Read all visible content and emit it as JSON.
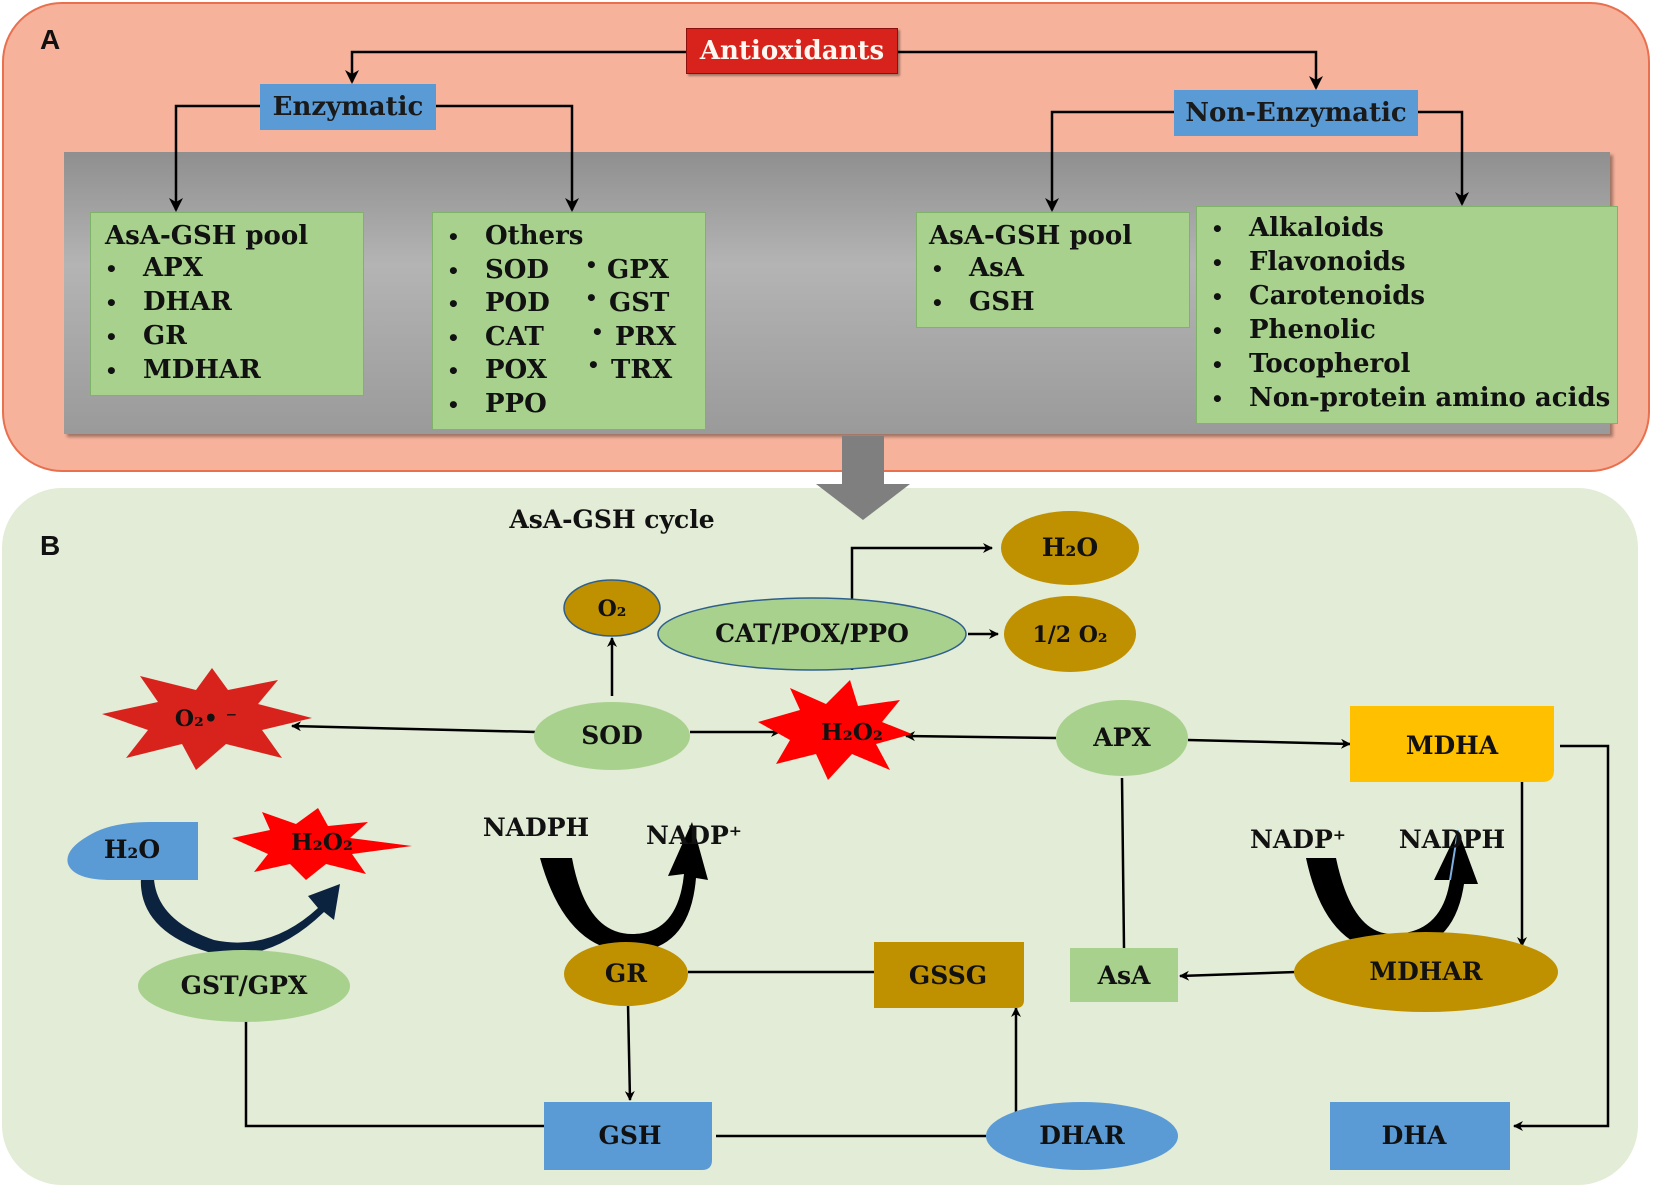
{
  "panel_a": {
    "letter": "A",
    "antioxidants": "Antioxidants",
    "enzymatic": "Enzymatic",
    "non_enzymatic": "Non-Enzymatic",
    "enz_pool": {
      "title": "AsA-GSH pool",
      "items": [
        "APX",
        "DHAR",
        "GR",
        "MDHAR"
      ]
    },
    "others": {
      "title": "Others",
      "col1": [
        "SOD",
        "POD",
        "CAT",
        "POX",
        "PPO"
      ],
      "col2": [
        "GPX",
        "GST",
        "PRX",
        "TRX"
      ]
    },
    "nonenz_pool": {
      "title": "AsA-GSH pool",
      "items": [
        "AsA",
        "GSH"
      ]
    },
    "nonenz_others": {
      "items": [
        "Alkaloids",
        "Flavonoids",
        "Carotenoids",
        "Phenolic",
        "Tocopherol",
        "Non-protein amino acids"
      ]
    }
  },
  "panel_b": {
    "letter": "B",
    "cycle_title": "AsA-GSH cycle",
    "nodes": {
      "h2o_top": "H₂O",
      "o2_top": "O₂",
      "half_o2": "1/2 O₂",
      "cat_pox_ppo": "CAT/POX/PPO",
      "superoxide": "O₂• ⁻",
      "sod": "SOD",
      "h2o2_center": "H₂O₂",
      "apx": "APX",
      "mdha": "MDHA",
      "h2o_left": "H₂O",
      "h2o2_left": "H₂O₂",
      "gst_gpx": "GST/GPX",
      "nadph_left": "NADPH",
      "nadp_left": "NADP⁺",
      "gr": "GR",
      "gssg": "GSSG",
      "asa": "AsA",
      "mdhar": "MDHAR",
      "nadp_right": "NADP⁺",
      "nadph_right": "NADPH",
      "gsh": "GSH",
      "dhar": "DHAR",
      "dha": "DHA"
    }
  },
  "colors": {
    "salmon": "#f7b29b",
    "light_green_bg": "#e3ecd6",
    "ellipse_green": "#a9d18e",
    "ellipse_gold": "#bf9000",
    "mdha_yellow": "#ffc000",
    "blue": "#5b9bd5",
    "red": "#d8231d",
    "burst_red": "#ff0000"
  }
}
